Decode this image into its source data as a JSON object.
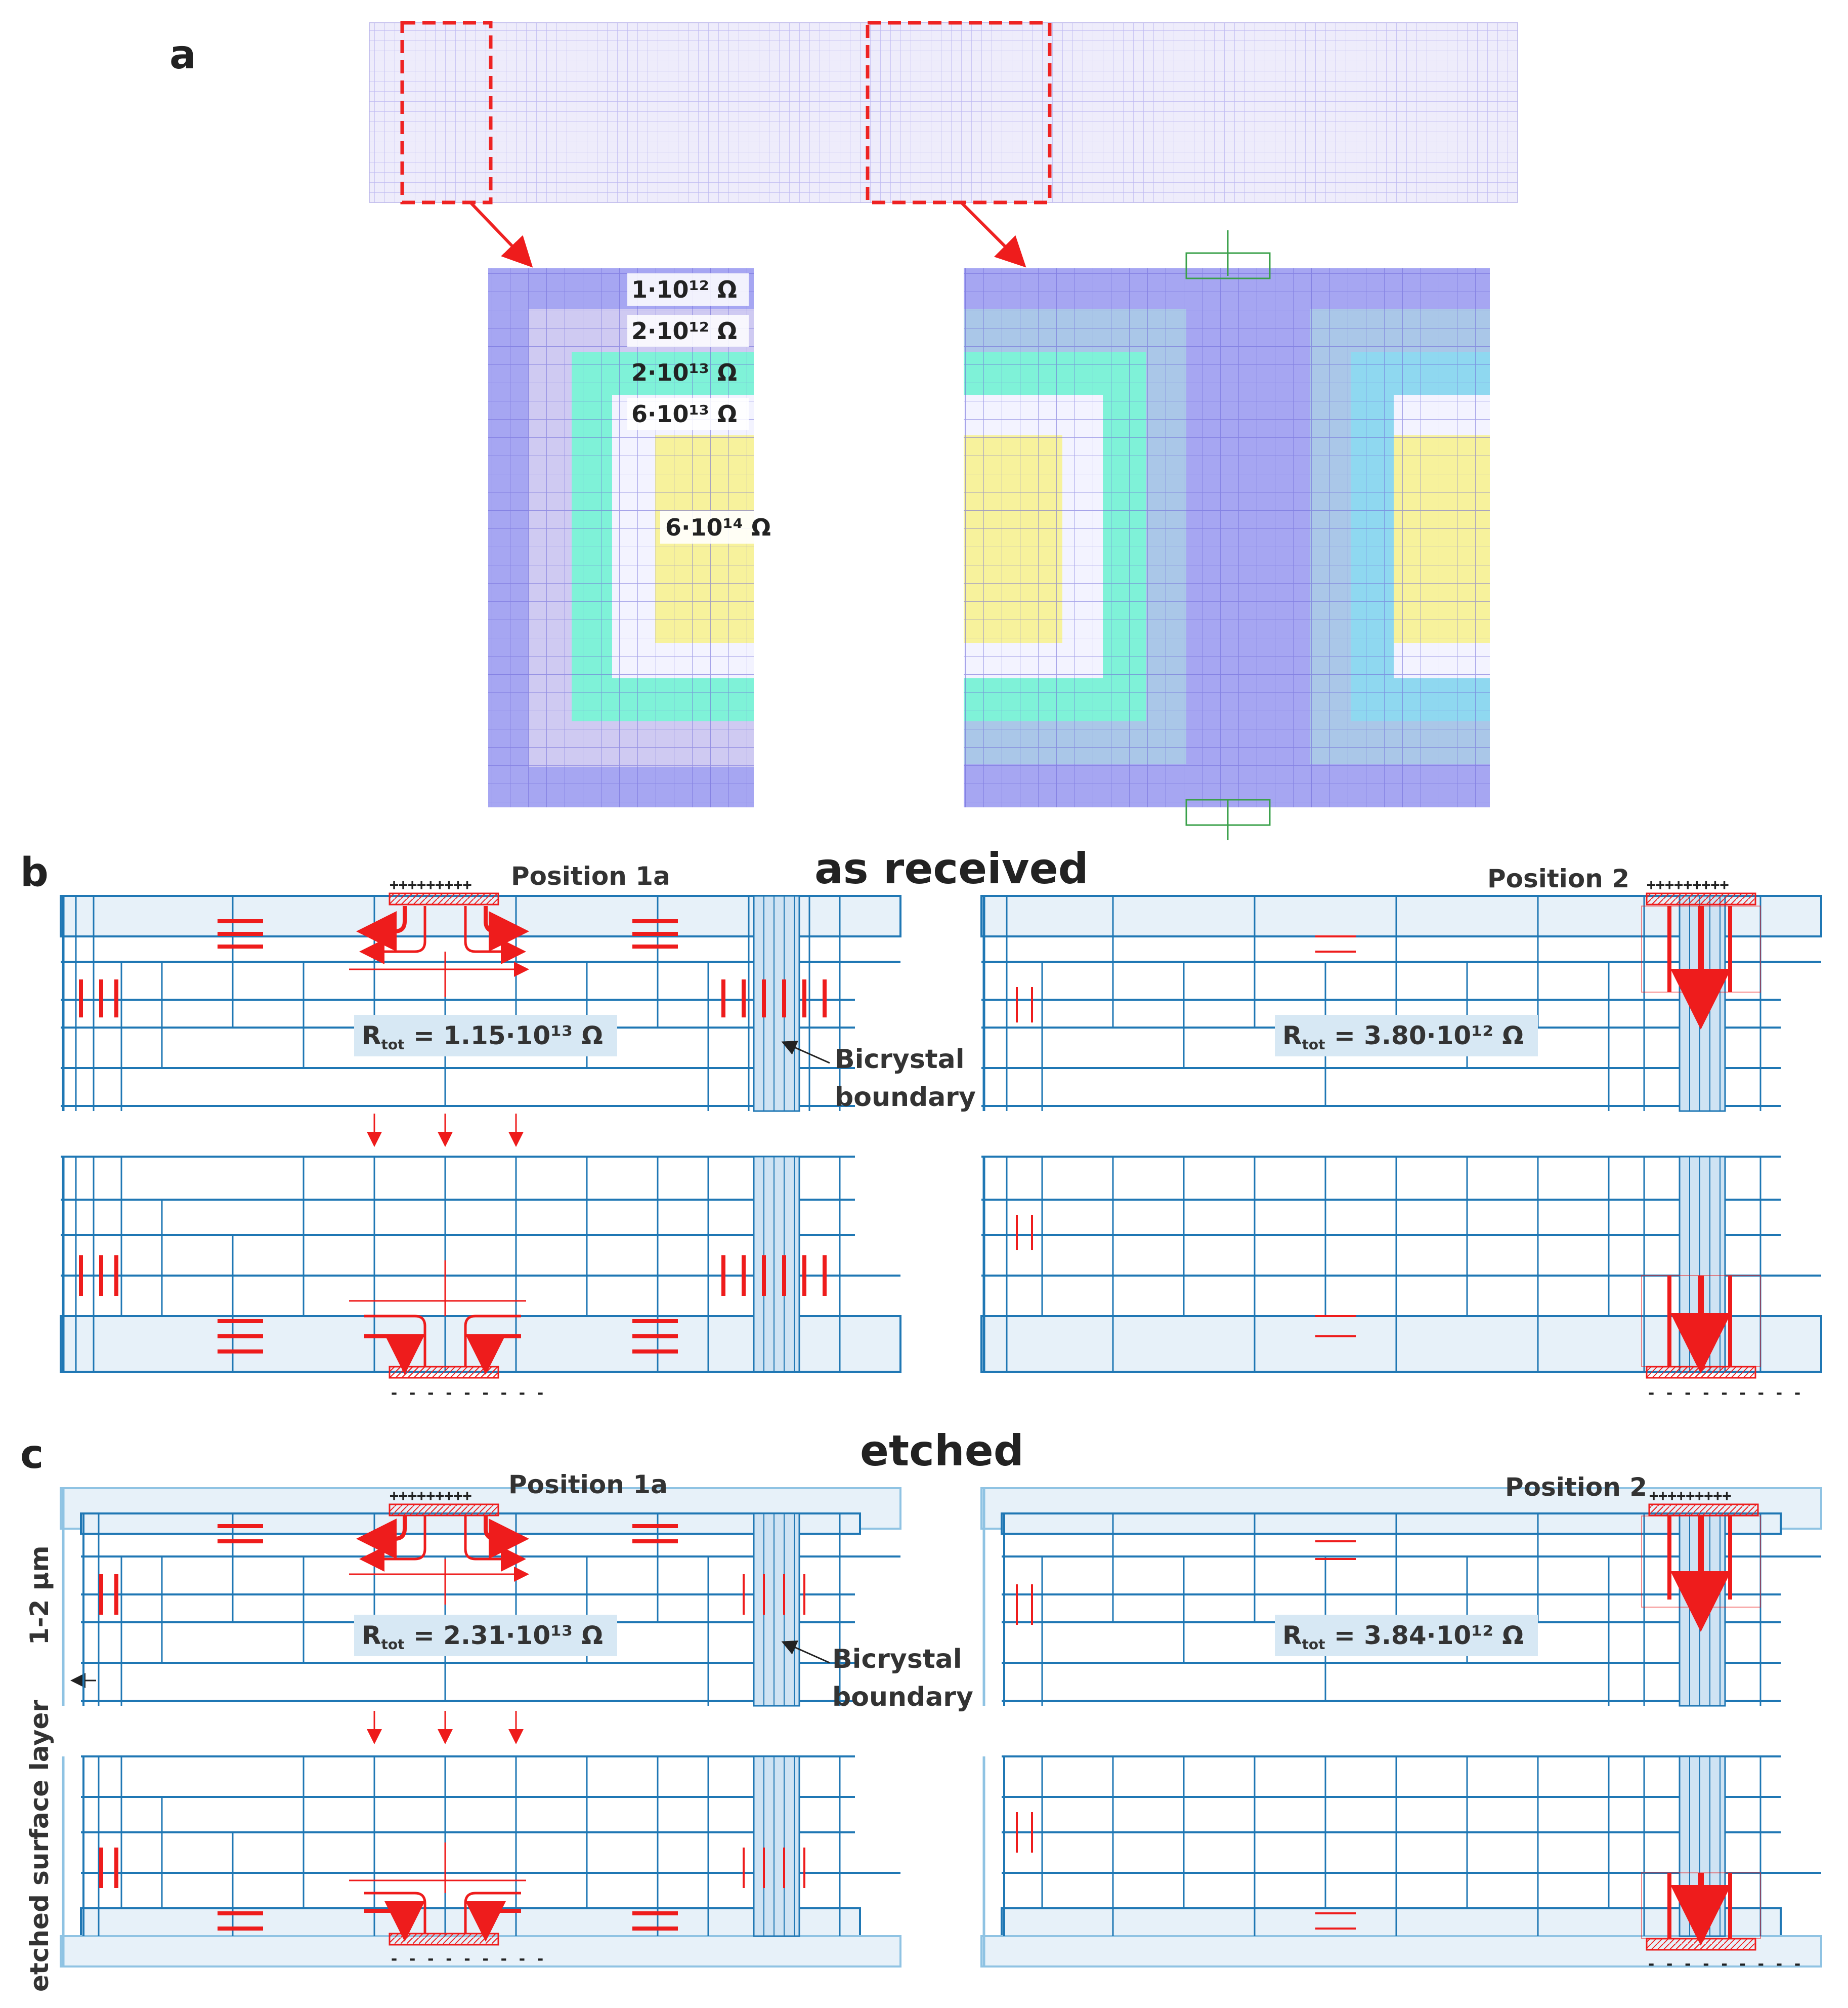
{
  "panel_a": {
    "letter": "a",
    "resistances": [
      "1·10¹² Ω",
      "2·10¹² Ω",
      "2·10¹³ Ω",
      "6·10¹³ Ω",
      "6·10¹⁴ Ω"
    ],
    "colors": {
      "r1": "#a6a6f2",
      "r2": "#cfcaf2",
      "r3": "#7ff2d8",
      "r4": "#f3f3ff",
      "r5": "#f7f29c",
      "boundary_inner": "#8cbde0",
      "boundary_cyan": "#8fd8f0",
      "highlight": "#ee2222",
      "mesh": "#b9b4f0"
    }
  },
  "panel_b": {
    "letter": "b",
    "title": "as received",
    "left": {
      "position": "Position 1a",
      "rtot": "R",
      "rtot_sub": "tot",
      "rtot_value": " = 1.15·10¹³ Ω",
      "note_line1": "Bicrystal",
      "note_line2": "boundary"
    },
    "right": {
      "position": "Position 2",
      "rtot": "R",
      "rtot_sub": "tot",
      "rtot_value": " = 3.80·10¹² Ω"
    },
    "plus_marks": "+++++++++",
    "minus_marks": "- - - - - - - - -"
  },
  "panel_c": {
    "letter": "c",
    "title": "etched",
    "left": {
      "position": "Position 1a",
      "rtot": "R",
      "rtot_sub": "tot",
      "rtot_value": " = 2.31·10¹³ Ω",
      "note_line1": "Bicrystal",
      "note_line2": "boundary"
    },
    "right": {
      "position": "Position 2",
      "rtot": "R",
      "rtot_sub": "tot",
      "rtot_value": " = 3.84·10¹² Ω"
    },
    "side_label_left": "etched surface layer",
    "side_label_right": "1-2 µm",
    "plus_marks": "+++++++++",
    "minus_marks": "- - - - - - - - -"
  },
  "style": {
    "mesh_blue": "#1f77b4",
    "current_red": "#ee1c1c",
    "rtot_box": "#d7e8f4",
    "etched_mesh": "#8fc3e3"
  }
}
